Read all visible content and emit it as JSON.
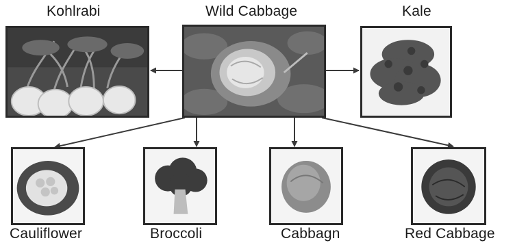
{
  "diagram": {
    "center": {
      "label": "Wild Cabbage"
    },
    "derived": [
      {
        "label": "Kohlrabi"
      },
      {
        "label": "Kale"
      },
      {
        "label": "Cauliflower"
      },
      {
        "label": "Broccoli"
      },
      {
        "label": "Cabbagn"
      },
      {
        "label": "Red Cabbage"
      }
    ]
  },
  "colors": {
    "frame": "#2a2a2a",
    "arrow": "#3a3a3a",
    "text": "#1a1a1a"
  }
}
